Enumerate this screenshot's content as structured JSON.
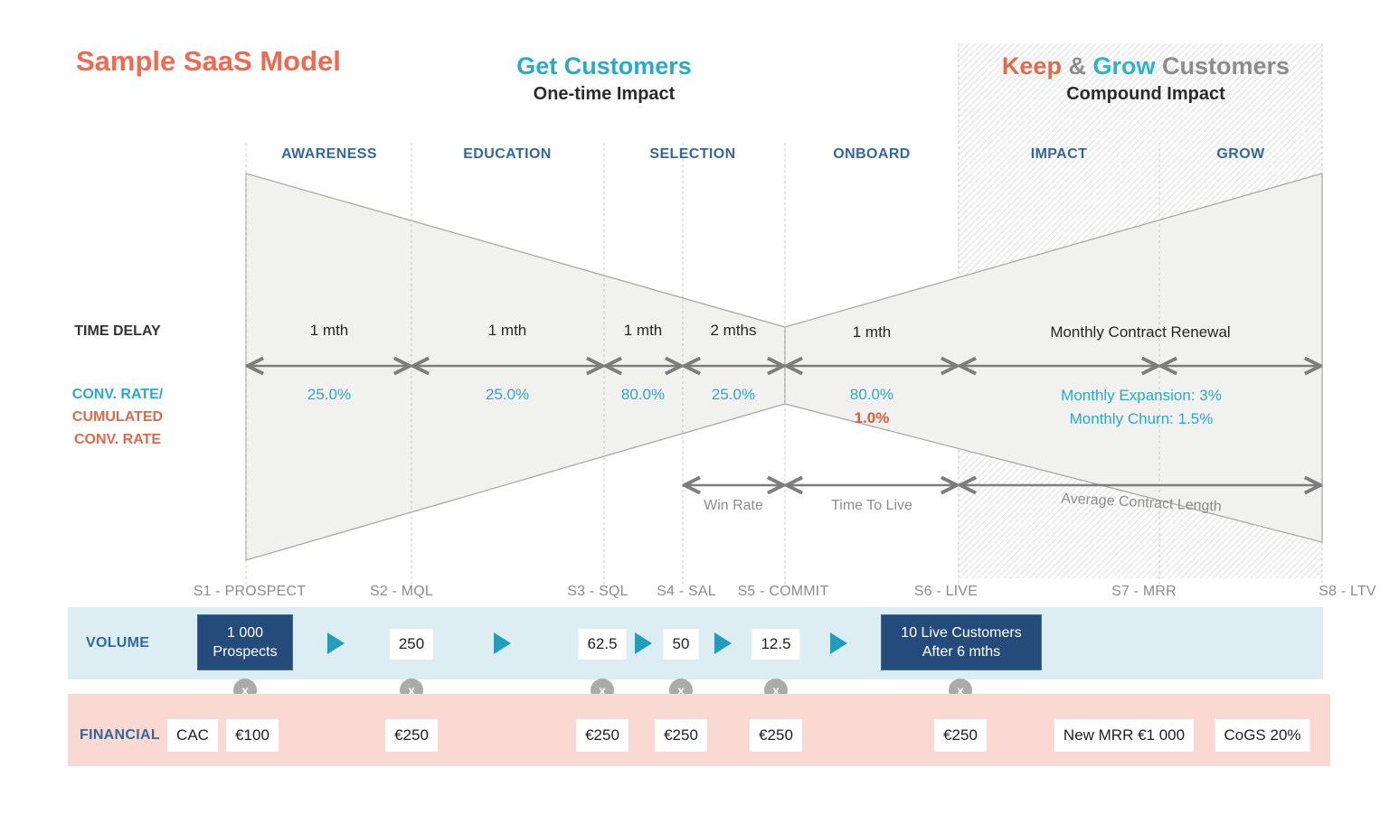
{
  "titles": {
    "main": "Sample SaaS Model",
    "get": {
      "title": "Get Customers",
      "subtitle": "One-time Impact"
    },
    "keep": {
      "t1": "Keep",
      "t2": "&",
      "t3": "Grow",
      "t4": "Customers",
      "subtitle": "Compound Impact"
    }
  },
  "stage_headers": [
    "AWARENESS",
    "EDUCATION",
    "SELECTION",
    "ONBOARD",
    "IMPACT",
    "GROW"
  ],
  "funnel": {
    "time_delay_label": "TIME DELAY",
    "conv_rate_label_line1": "CONV. RATE/",
    "conv_rate_label_line2": "CUMULATED",
    "conv_rate_label_line3": "CONV. RATE",
    "delays": [
      "1 mth",
      "1 mth",
      "1 mth",
      "2 mths",
      "1 mth"
    ],
    "renewal_label": "Monthly Contract Renewal",
    "rates": [
      "25.0%",
      "25.0%",
      "80.0%",
      "25.0%",
      "80.0%"
    ],
    "cumulated_rate": "1.0%",
    "expansion": "Monthly Expansion: 3%",
    "churn": "Monthly Churn: 1.5%",
    "span_labels": [
      "Win Rate",
      "Time To Live",
      "Average Contract Length"
    ]
  },
  "stages": [
    "S1 - PROSPECT",
    "S2 - MQL",
    "S3 - SQL",
    "S4 - SAL",
    "S5 - COMMIT",
    "S6 - LIVE",
    "S7 - MRR",
    "S8 - LTV"
  ],
  "volume": {
    "row_label": "VOLUME",
    "prospects_box": {
      "line1": "1 000",
      "line2": "Prospects"
    },
    "values": [
      "250",
      "62.5",
      "50",
      "12.5"
    ],
    "live_box": {
      "line1": "10 Live Customers",
      "line2": "After 6 mths"
    }
  },
  "multiply_symbol": "x",
  "financial": {
    "row_label": "FINANCIAL",
    "cac_label": "CAC",
    "cac_value": "€100",
    "stage_costs": [
      "€250",
      "€250",
      "€250",
      "€250",
      "€250"
    ],
    "new_mrr": "New MRR €1 000",
    "cogs": "CoGS 20%"
  },
  "colors": {
    "accent_orange": "#EF6A4E",
    "accent_teal": "#2BA9C7",
    "header_blue": "#33689E",
    "navy_box": "#254B7A",
    "band_blue": "#DCEDF3",
    "band_pink": "#FAD9D3",
    "rate_orange": "#E05A35",
    "gray_text": "#8C8C8C",
    "funnel_fill": "#F1F1F0",
    "arrow_gray": "#7D7D7D"
  }
}
